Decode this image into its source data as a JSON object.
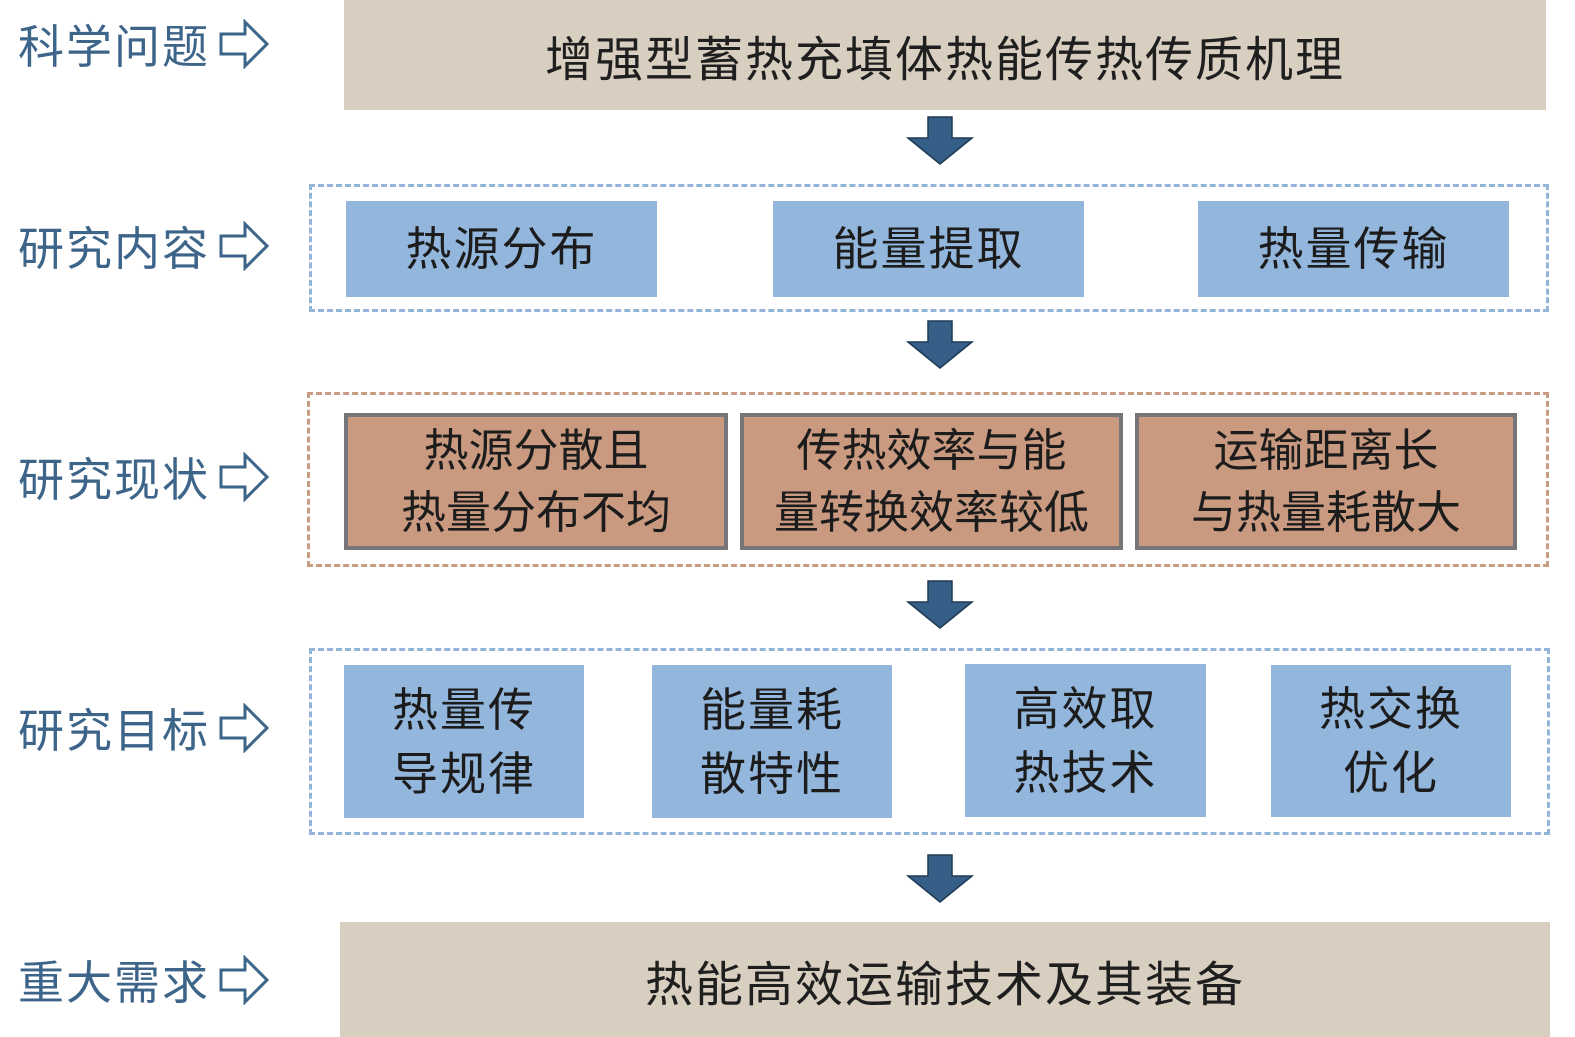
{
  "colors": {
    "label_text": "#3d6489",
    "banner_bg": "#d8cfc0",
    "blue_box": "#93b6dc",
    "orange_box": "#c99a80",
    "orange_border": "#75757a",
    "arrow_fill": "#355f87"
  },
  "rows": [
    {
      "label": "科学问题",
      "icon": "hollow-right-arrow-icon"
    },
    {
      "label": "研究内容",
      "icon": "hollow-right-arrow-icon"
    },
    {
      "label": "研究现状",
      "icon": "hollow-right-arrow-icon"
    },
    {
      "label": "研究目标",
      "icon": "hollow-right-arrow-icon"
    },
    {
      "label": "重大需求",
      "icon": "hollow-right-arrow-icon"
    }
  ],
  "science_question": "增强型蓄热充填体热能传热传质机理",
  "research_content": [
    "热源分布",
    "能量提取",
    "热量传输"
  ],
  "research_status": [
    "热源分散且\n热量分布不均",
    "传热效率与能\n量转换效率较低",
    "运输距离长\n与热量耗散大"
  ],
  "research_goals": [
    "热量传\n导规律",
    "能量耗\n散特性",
    "高效取\n热技术",
    "热交换\n优化"
  ],
  "major_demand": "热能高效运输技术及其装备",
  "flow_arrows": [
    "down-arrow-icon",
    "down-arrow-icon",
    "down-arrow-icon",
    "down-arrow-icon"
  ]
}
